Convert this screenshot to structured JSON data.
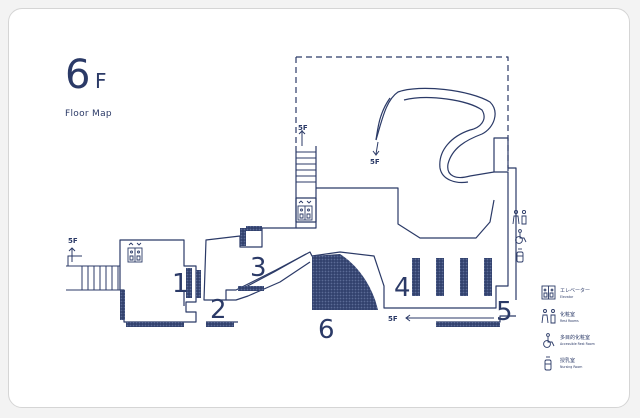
{
  "header": {
    "floor_number": "6",
    "floor_letter": "F",
    "subtitle": "Floor Map"
  },
  "zones": {
    "z1": "1",
    "z2": "2",
    "z3": "3",
    "z4": "4",
    "z5": "5",
    "z6": "6"
  },
  "stairs_labels": {
    "left": "5F",
    "top": "5F",
    "ramp": "5F",
    "bottom_exit": "5F"
  },
  "legend": {
    "elevator": {
      "ja": "エレベーター",
      "en": "Elevator"
    },
    "restroom": {
      "ja": "化粧室",
      "en": "Rest Rooms"
    },
    "accessible": {
      "ja": "多目的化粧室",
      "en": "Accessible Rest Room"
    },
    "nursing": {
      "ja": "授乳室",
      "en": "Nursing Room"
    }
  },
  "colors": {
    "ink": "#2b3a67",
    "background": "#ffffff"
  }
}
